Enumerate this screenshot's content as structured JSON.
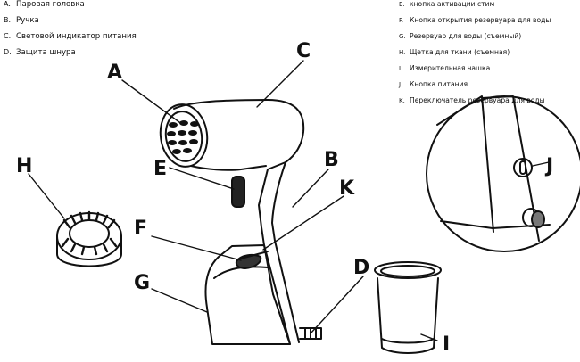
{
  "legend_left": [
    {
      "letter": "A.",
      "text": "Паровая головка"
    },
    {
      "letter": "B.",
      "text": "Ручка"
    },
    {
      "letter": "C.",
      "text": "Световой индикатор питания"
    },
    {
      "letter": "D.",
      "text": "Защита шнура"
    }
  ],
  "legend_right": [
    {
      "letter": "E.",
      "text": "кнопка активации стим"
    },
    {
      "letter": "F.",
      "text": "Кнопка открытия резервуара для воды"
    },
    {
      "letter": "G.",
      "text": "Резервуар для воды (съемный)"
    },
    {
      "letter": "H.",
      "text": "Щетка для ткани (съемная)"
    },
    {
      "letter": "I.",
      "text": "Измерительная чашка"
    },
    {
      "letter": "J.",
      "text": "Кнопка питания"
    },
    {
      "letter": "K.",
      "text": "Переключатель резервуара для воды"
    }
  ],
  "callouts": {
    "A": "A",
    "B": "B",
    "C": "C",
    "D": "D",
    "E": "E",
    "F": "F",
    "G": "G",
    "H": "H",
    "I": "I",
    "J": "J",
    "K": "K"
  }
}
